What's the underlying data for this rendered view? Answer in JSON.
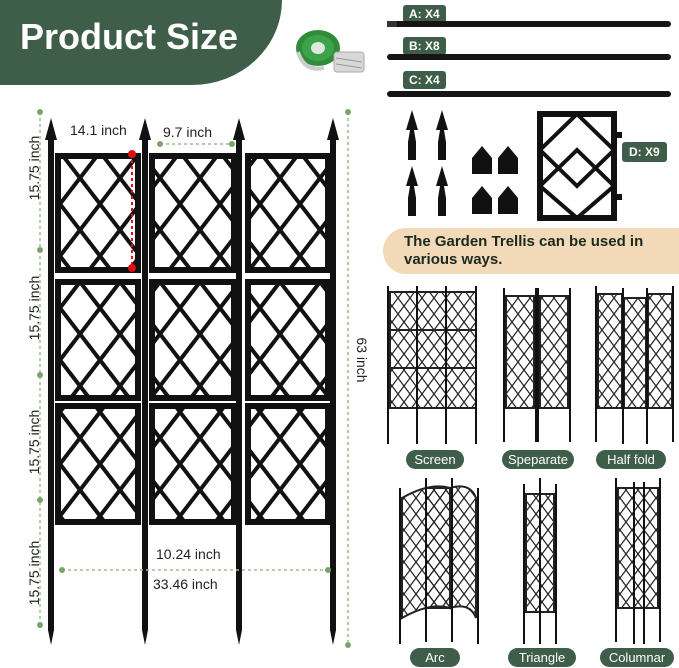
{
  "header": {
    "title": "Product Size"
  },
  "dimensions": {
    "panel_width": "14.1 inch",
    "frame_width": "9.7 inch",
    "section_height": "15.75 inch",
    "total_height": "63 inch",
    "bottom_frame_width": "10.24 inch",
    "total_width": "33.46 inch"
  },
  "parts": {
    "a": "A: X4",
    "b": "B: X8",
    "c": "C: X4",
    "d": "D: X9"
  },
  "banner": {
    "text": "The Garden Trellis can be used in various ways."
  },
  "modes": [
    "Screen",
    "Speparate",
    "Half fold",
    "Arc",
    "Triangle",
    "Columnar"
  ],
  "colors": {
    "brand_green": "#3f5e4a",
    "banner_bg": "#f2d9b7",
    "frame": "#111111"
  }
}
